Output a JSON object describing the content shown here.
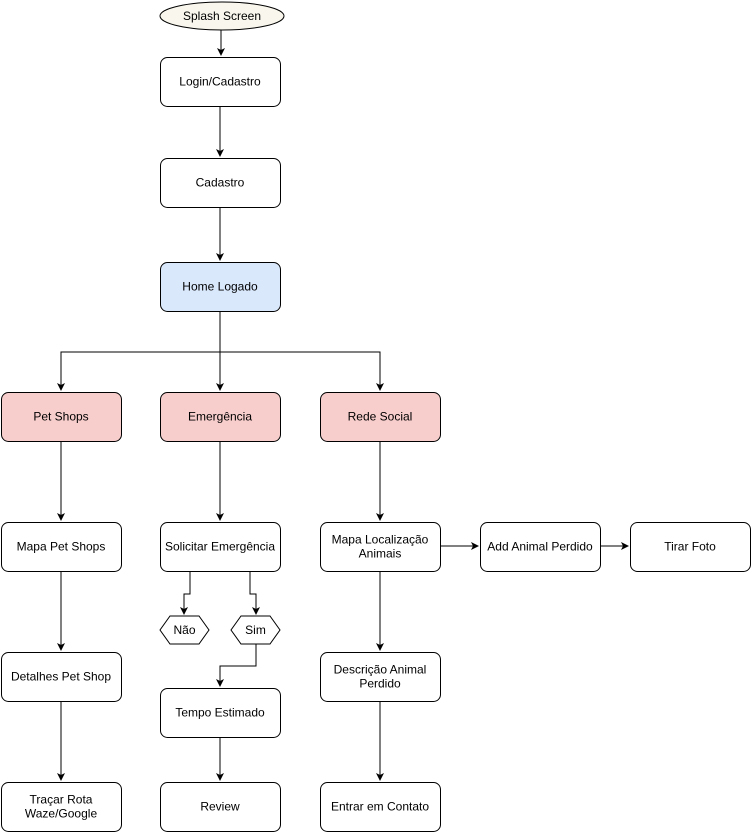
{
  "colors": {
    "stroke": "#000000",
    "default_fill": "#ffffff",
    "start_fill": "#f9f7ed",
    "home_fill": "#dae8fc",
    "category_fill": "#f8cecc"
  },
  "nodes": {
    "splash": {
      "label": "Splash Screen",
      "shape": "ellipse",
      "fill": "#f9f7ed"
    },
    "login": {
      "label": "Login/Cadastro",
      "shape": "rounded-rect",
      "fill": "#ffffff"
    },
    "cadastro": {
      "label": "Cadastro",
      "shape": "rounded-rect",
      "fill": "#ffffff"
    },
    "home": {
      "label": "Home Logado",
      "shape": "rounded-rect",
      "fill": "#dae8fc"
    },
    "petshops": {
      "label": "Pet Shops",
      "shape": "rounded-rect",
      "fill": "#f8cecc"
    },
    "emergencia": {
      "label": "Emergência",
      "shape": "rounded-rect",
      "fill": "#f8cecc"
    },
    "rede": {
      "label": "Rede Social",
      "shape": "rounded-rect",
      "fill": "#f8cecc"
    },
    "mapa_pet": {
      "label": "Mapa Pet Shops",
      "shape": "rounded-rect",
      "fill": "#ffffff"
    },
    "detalhes": {
      "label": "Detalhes Pet Shop",
      "shape": "rounded-rect",
      "fill": "#ffffff"
    },
    "rota": {
      "label": [
        "Traçar Rota",
        "Waze/Google"
      ],
      "shape": "rounded-rect",
      "fill": "#ffffff"
    },
    "solicitar": {
      "label": "Solicitar Emergência",
      "shape": "rounded-rect",
      "fill": "#ffffff"
    },
    "nao": {
      "label": "Não",
      "shape": "hexagon",
      "fill": "#ffffff"
    },
    "sim": {
      "label": "Sim",
      "shape": "hexagon",
      "fill": "#ffffff"
    },
    "tempo": {
      "label": "Tempo Estimado",
      "shape": "rounded-rect",
      "fill": "#ffffff"
    },
    "review": {
      "label": "Review",
      "shape": "rounded-rect",
      "fill": "#ffffff"
    },
    "mapa_loc": {
      "label": [
        "Mapa Localização",
        "Animais"
      ],
      "shape": "rounded-rect",
      "fill": "#ffffff"
    },
    "add_animal": {
      "label": "Add Animal Perdido",
      "shape": "rounded-rect",
      "fill": "#ffffff"
    },
    "foto": {
      "label": "Tirar Foto",
      "shape": "rounded-rect",
      "fill": "#ffffff"
    },
    "descricao": {
      "label": [
        "Descrição Animal",
        "Perdido"
      ],
      "shape": "rounded-rect",
      "fill": "#ffffff"
    },
    "contato": {
      "label": "Entrar em Contato",
      "shape": "rounded-rect",
      "fill": "#ffffff"
    }
  },
  "edges": [
    {
      "from": "splash",
      "to": "login"
    },
    {
      "from": "login",
      "to": "cadastro"
    },
    {
      "from": "cadastro",
      "to": "home"
    },
    {
      "from": "home",
      "to": "petshops"
    },
    {
      "from": "home",
      "to": "emergencia"
    },
    {
      "from": "home",
      "to": "rede"
    },
    {
      "from": "petshops",
      "to": "mapa_pet"
    },
    {
      "from": "mapa_pet",
      "to": "detalhes"
    },
    {
      "from": "detalhes",
      "to": "rota"
    },
    {
      "from": "emergencia",
      "to": "solicitar"
    },
    {
      "from": "solicitar",
      "to": "nao"
    },
    {
      "from": "solicitar",
      "to": "sim"
    },
    {
      "from": "sim",
      "to": "tempo"
    },
    {
      "from": "tempo",
      "to": "review"
    },
    {
      "from": "rede",
      "to": "mapa_loc"
    },
    {
      "from": "mapa_loc",
      "to": "add_animal"
    },
    {
      "from": "add_animal",
      "to": "foto"
    },
    {
      "from": "mapa_loc",
      "to": "descricao"
    },
    {
      "from": "descricao",
      "to": "contato"
    }
  ]
}
